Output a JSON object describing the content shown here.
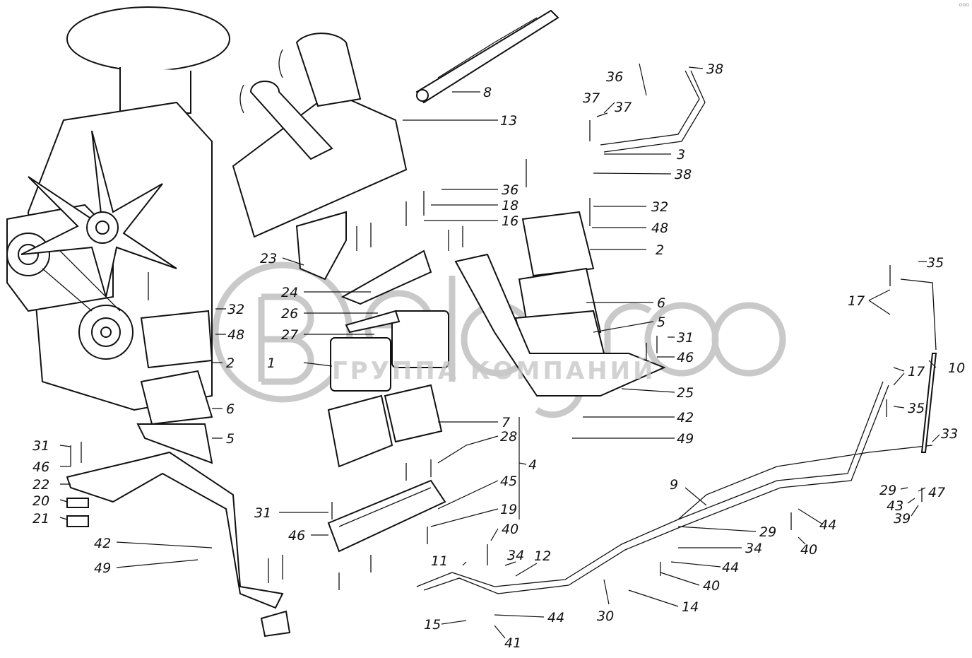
{
  "watermark": {
    "logo_text": "Belogroo",
    "subtitle": "ГРУППА КОМПАНИЙ"
  },
  "corner_mark": "ооо",
  "callouts": [
    "8",
    "13",
    "36",
    "38",
    "37",
    "37",
    "3",
    "38",
    "36",
    "18",
    "16",
    "32",
    "48",
    "2",
    "23",
    "24",
    "26",
    "27",
    "1",
    "32",
    "48",
    "2",
    "6",
    "5",
    "6",
    "5",
    "31",
    "46",
    "25",
    "42",
    "49",
    "7",
    "28",
    "4",
    "45",
    "19",
    "40",
    "34",
    "12",
    "11",
    "15",
    "41",
    "44",
    "30",
    "14",
    "40",
    "44",
    "34",
    "29",
    "9",
    "44",
    "40",
    "35",
    "17",
    "17",
    "35",
    "10",
    "33",
    "29",
    "47",
    "43",
    "39",
    "31",
    "46",
    "22",
    "20",
    "21",
    "42",
    "49",
    "31",
    "46"
  ]
}
